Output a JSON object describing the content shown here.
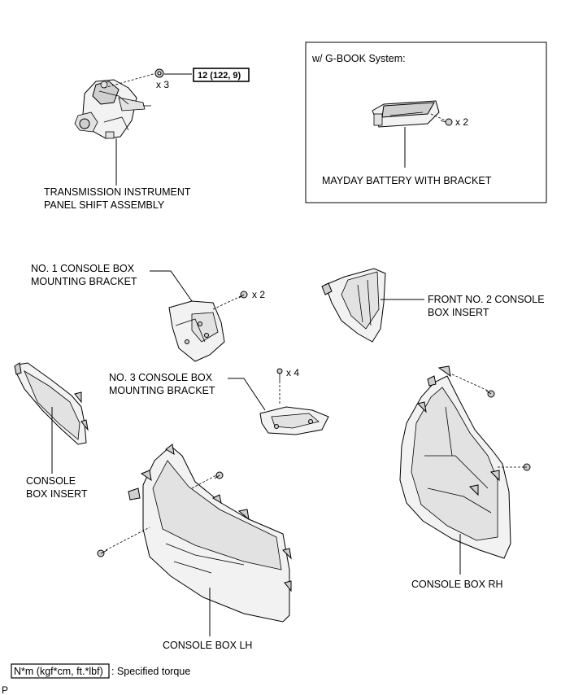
{
  "inset": {
    "title": "w/ G-BOOK System:"
  },
  "parts": {
    "shift_assembly": {
      "line1": "TRANSMISSION INSTRUMENT",
      "line2": "PANEL SHIFT ASSEMBLY"
    },
    "mayday_battery": {
      "label": "MAYDAY BATTERY WITH BRACKET"
    },
    "no1_bracket": {
      "line1": "NO. 1 CONSOLE BOX",
      "line2": "MOUNTING BRACKET"
    },
    "front_no2_insert": {
      "line1": "FRONT NO. 2 CONSOLE",
      "line2": "BOX INSERT"
    },
    "no3_bracket": {
      "line1": "NO. 3 CONSOLE BOX",
      "line2": "MOUNTING BRACKET"
    },
    "console_insert": {
      "line1": "CONSOLE",
      "line2": "BOX INSERT"
    },
    "console_lh": {
      "label": "CONSOLE BOX LH"
    },
    "console_rh": {
      "label": "CONSOLE BOX RH"
    }
  },
  "fasteners": {
    "shift_nut_qty": "x 3",
    "shift_torque": "12 (122, 9)",
    "battery_qty": "x 2",
    "no1_qty": "x 2",
    "no3_qty": "x 4"
  },
  "legend": {
    "units": "N*m (kgf*cm, ft.*lbf)",
    "meaning": ": Specified torque"
  },
  "corner_mark": "P"
}
